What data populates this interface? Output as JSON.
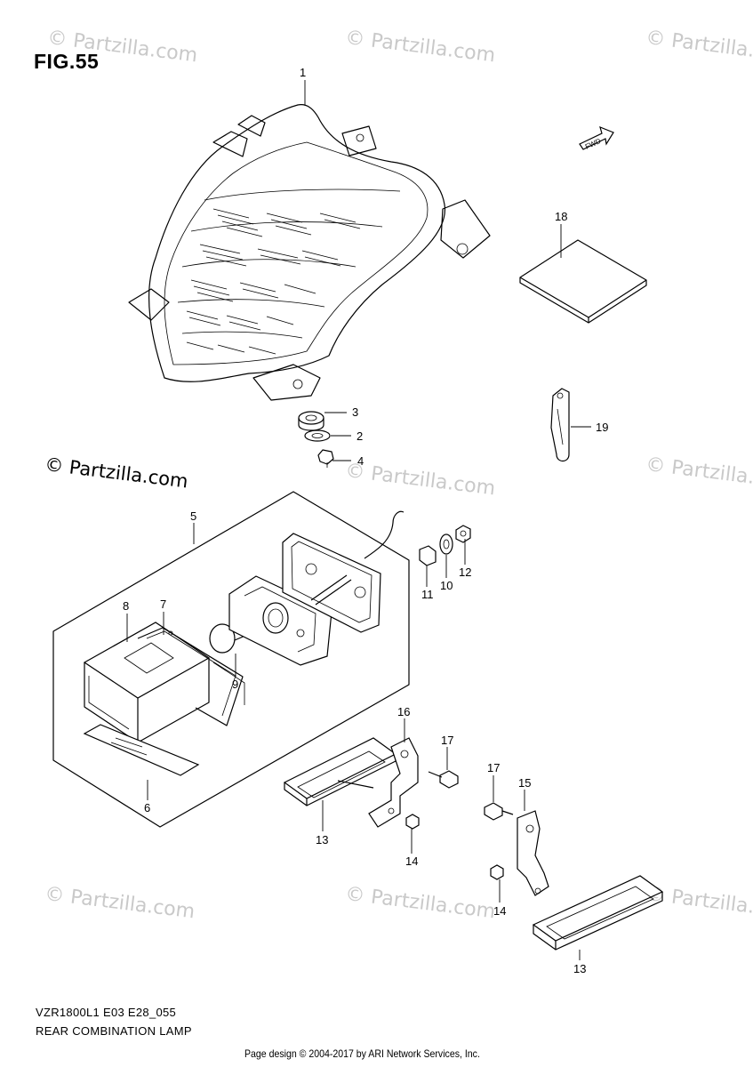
{
  "figure": {
    "title": "FIG.55",
    "model_code": "VZR1800L1 E03 E28_055",
    "description": "REAR COMBINATION LAMP",
    "copyright_stamp": "© Partzilla.com",
    "watermark_text": "© Partzilla.com",
    "page_credit": "Page design © 2004-2017 by ARI Network Services, Inc.",
    "fwd_label": "FWD"
  },
  "callouts": [
    {
      "id": "1",
      "text": "1"
    },
    {
      "id": "2",
      "text": "2"
    },
    {
      "id": "3",
      "text": "3"
    },
    {
      "id": "4",
      "text": "4"
    },
    {
      "id": "5",
      "text": "5"
    },
    {
      "id": "6",
      "text": "6"
    },
    {
      "id": "7",
      "text": "7"
    },
    {
      "id": "8",
      "text": "8"
    },
    {
      "id": "9",
      "text": "9"
    },
    {
      "id": "10",
      "text": "10"
    },
    {
      "id": "11",
      "text": "11"
    },
    {
      "id": "12",
      "text": "12"
    },
    {
      "id": "13a",
      "text": "13"
    },
    {
      "id": "13b",
      "text": "13"
    },
    {
      "id": "14a",
      "text": "14"
    },
    {
      "id": "14b",
      "text": "14"
    },
    {
      "id": "15",
      "text": "15"
    },
    {
      "id": "16",
      "text": "16"
    },
    {
      "id": "17a",
      "text": "17"
    },
    {
      "id": "17b",
      "text": "17"
    },
    {
      "id": "18",
      "text": "18"
    },
    {
      "id": "19",
      "text": "19"
    }
  ],
  "colors": {
    "line": "#000000",
    "watermark": "#c9c9c9",
    "background": "#ffffff"
  }
}
